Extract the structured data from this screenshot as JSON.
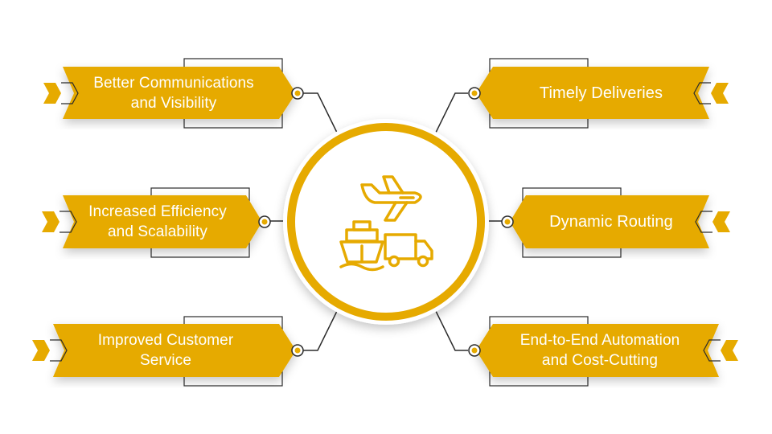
{
  "colors": {
    "accent": "#E6AA00",
    "line": "#2B2B2B",
    "background": "#FFFFFF",
    "label_text": "#FFFFFF"
  },
  "center": {
    "icons": [
      "airplane-icon",
      "ship-icon",
      "truck-icon"
    ]
  },
  "benefits": [
    {
      "line1": "Better Communications",
      "line2": "and Visibility"
    },
    {
      "line1": "Increased Efficiency",
      "line2": "and Scalability"
    },
    {
      "line1": "Improved Customer",
      "line2": "Service"
    },
    {
      "line1": "Timely Deliveries",
      "line2": ""
    },
    {
      "line1": "Dynamic Routing",
      "line2": ""
    },
    {
      "line1": "End-to-End Automation",
      "line2": "and Cost-Cutting"
    }
  ]
}
